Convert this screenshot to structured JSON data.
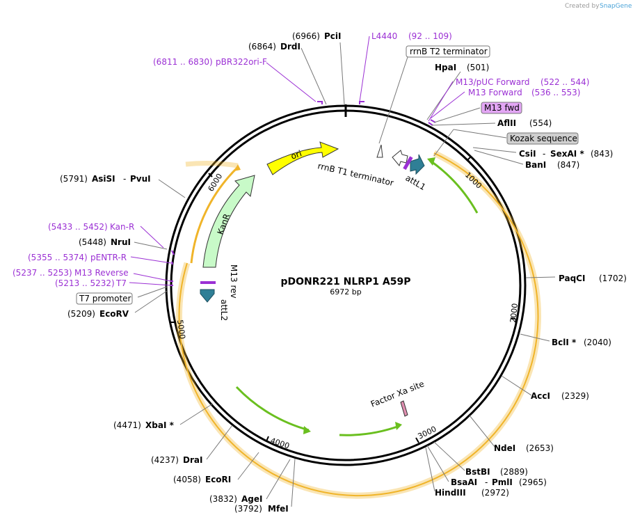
{
  "credit": {
    "text": "Created by",
    "brand": "SnapGene"
  },
  "plasmid": {
    "name": "pDONR221 NLRP1 A59P",
    "size_label": "6972 bp",
    "length": 6972
  },
  "ticks": [
    "1000",
    "2000",
    "3000",
    "4000",
    "5000",
    "6000"
  ],
  "sites": [
    {
      "name": "PciI",
      "pos": "(6966)"
    },
    {
      "name": "DrdI",
      "pos": "(6864)"
    },
    {
      "name": "HpaI",
      "pos": "(501)"
    },
    {
      "name": "AflII",
      "pos": "(554)"
    },
    {
      "name": "CsiI",
      "name2": "SexAI *",
      "pos": "(843)"
    },
    {
      "name": "BanI",
      "pos": "(847)"
    },
    {
      "name": "PaqCI",
      "pos": "(1702)"
    },
    {
      "name": "BclI *",
      "pos": "(2040)"
    },
    {
      "name": "AccI",
      "pos": "(2329)"
    },
    {
      "name": "NdeI",
      "pos": "(2653)"
    },
    {
      "name": "BstBI",
      "pos": "(2889)"
    },
    {
      "name": "BsaAI",
      "name2": "PmlI",
      "pos": "(2965)"
    },
    {
      "name": "HindIII",
      "pos": "(2972)"
    },
    {
      "name": "MfeI",
      "pos": "(3792)"
    },
    {
      "name": "AgeI",
      "pos": "(3832)"
    },
    {
      "name": "EcoRI",
      "pos": "(4058)"
    },
    {
      "name": "DraI",
      "pos": "(4237)"
    },
    {
      "name": "XbaI *",
      "pos": "(4471)"
    },
    {
      "name": "EcoRV",
      "pos": "(5209)"
    },
    {
      "name": "NruI",
      "pos": "(5448)"
    },
    {
      "name": "AsiSI",
      "name2": "PvuI",
      "pos": "(5791)"
    }
  ],
  "primers": [
    {
      "name": "L4440",
      "range": "(92 .. 109)"
    },
    {
      "name": "M13/pUC Forward",
      "range": "(522 .. 544)"
    },
    {
      "name": "M13 Forward",
      "range": "(536 .. 553)"
    },
    {
      "name": "pBR322ori-F",
      "range": "(6811 .. 6830)"
    },
    {
      "name": "Kan-R",
      "range": "(5433 .. 5452)"
    },
    {
      "name": "pENTR-R",
      "range": "(5355 .. 5374)"
    },
    {
      "name": "M13 Reverse",
      "range": "(5237 .. 5253)"
    },
    {
      "name": "T7",
      "range": "(5213 .. 5232)"
    }
  ],
  "boxed_features": {
    "rrnb_t2": "rrnB T2 terminator",
    "m13_fwd": "M13 fwd",
    "kozak": "Kozak sequence",
    "t7_promoter": "T7 promoter"
  },
  "features": {
    "ori": "ori",
    "kanr": "KanR",
    "rrnb_t1": "rrnB T1 terminator",
    "attl1": "attL1",
    "attl2": "attL2",
    "m13_rev": "M13 rev",
    "factor_xa": "Factor Xa site"
  },
  "colors": {
    "ori": "#ffff00",
    "kanr": "#c8fac8",
    "att": "#2f7f96",
    "orf_outline": "#f0b429",
    "orf_arrow": "#6abf1f",
    "primer": "#9b30d4",
    "m13_fwd_box": "#e3a6f5",
    "kozak_box": "#d0d0d0"
  }
}
